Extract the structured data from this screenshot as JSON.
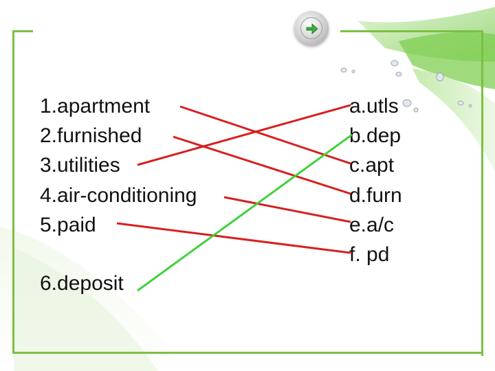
{
  "left_terms": [
    {
      "label": "1.apartment"
    },
    {
      "label": "2.furnished"
    },
    {
      "label": "3.utilities"
    },
    {
      "label": "4.air-conditioning"
    },
    {
      "label": "5.paid"
    },
    {
      "label": "6.deposit"
    }
  ],
  "right_terms": [
    {
      "label": "a.utls"
    },
    {
      "label": "b.dep"
    },
    {
      "label": "c.apt"
    },
    {
      "label": "d.furn"
    },
    {
      "label": "e.a/c"
    },
    {
      "label": "f. pd"
    }
  ],
  "matches": [
    {
      "from": "1.apartment",
      "to": "c.apt",
      "color": "#d81f1f"
    },
    {
      "from": "2.furnished",
      "to": "d.furn",
      "color": "#d81f1f"
    },
    {
      "from": "3.utilities",
      "to": "a.utls",
      "color": "#d81f1f"
    },
    {
      "from": "4.air-conditioning",
      "to": "e.a/c",
      "color": "#d81f1f"
    },
    {
      "from": "5.paid",
      "to": "f. pd",
      "color": "#d81f1f"
    },
    {
      "from": "6.deposit",
      "to": "b.dep",
      "color": "#3fd23a"
    }
  ],
  "nav": {
    "icon": "arrow-right-icon",
    "accent": "#3cae3c"
  },
  "frame_color": "#7bc043"
}
